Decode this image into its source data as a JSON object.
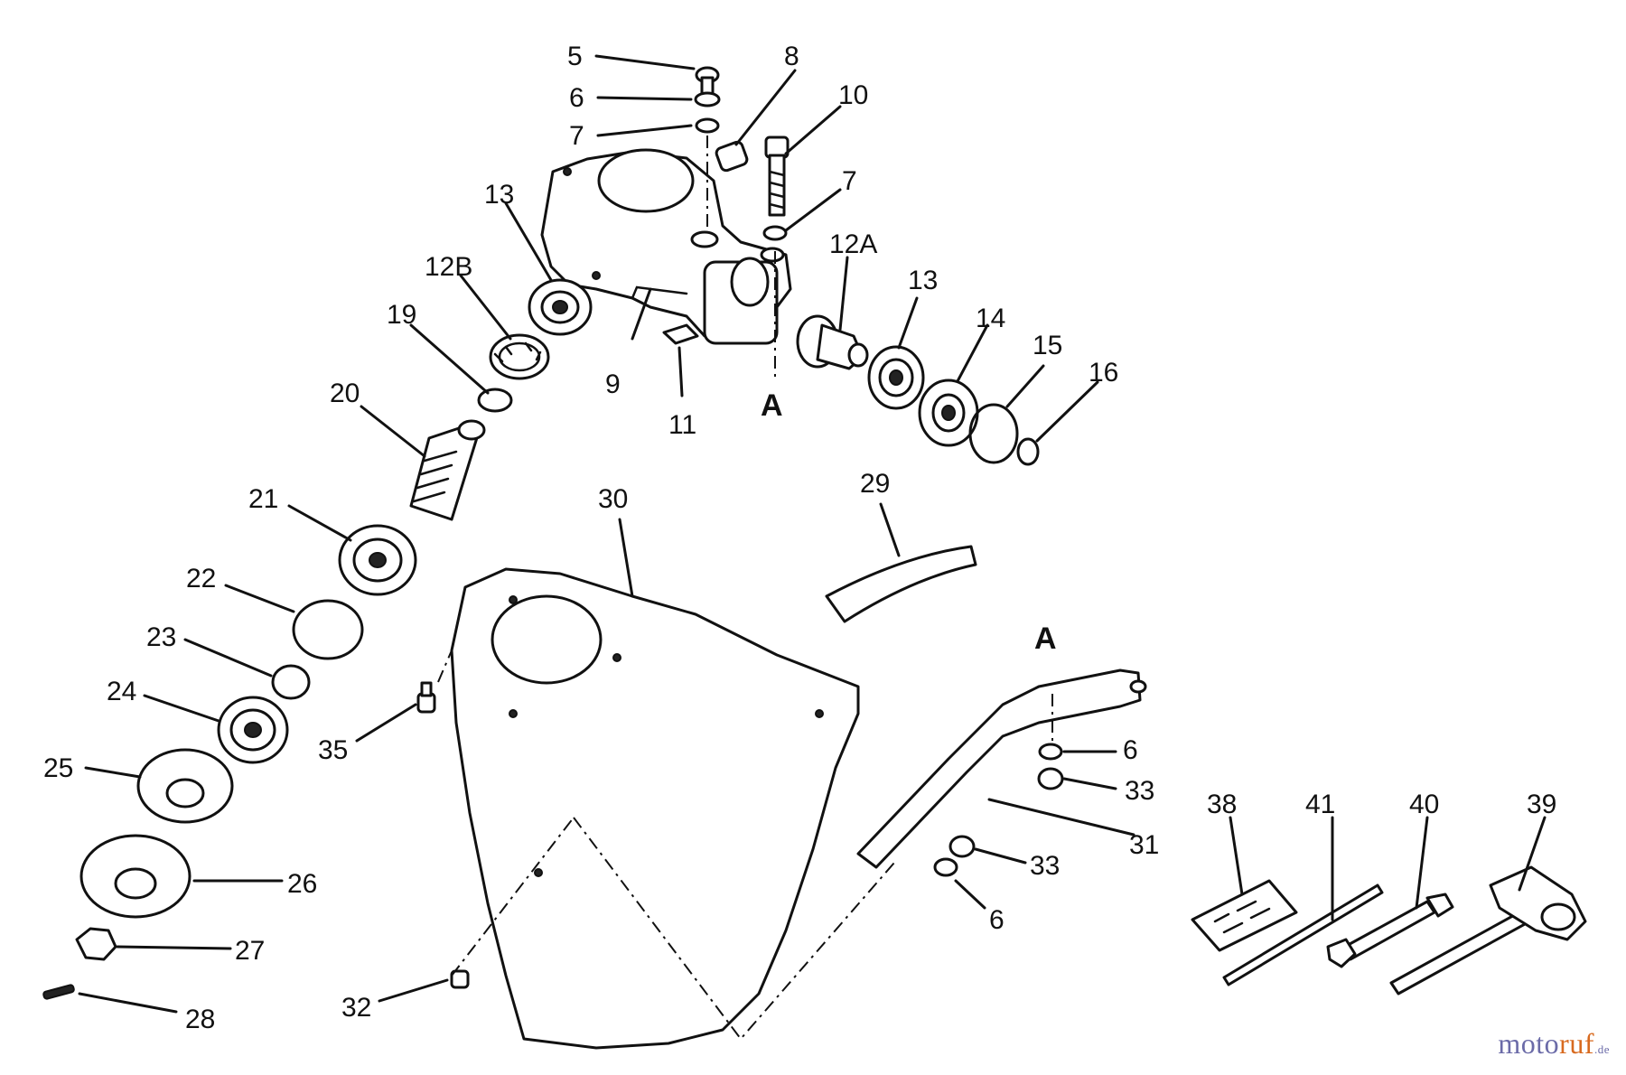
{
  "callouts": [
    {
      "id": "c5",
      "text": "5"
    },
    {
      "id": "c6a",
      "text": "6"
    },
    {
      "id": "c7a",
      "text": "7"
    },
    {
      "id": "c8",
      "text": "8"
    },
    {
      "id": "c10",
      "text": "10"
    },
    {
      "id": "c7b",
      "text": "7"
    },
    {
      "id": "c13a",
      "text": "13"
    },
    {
      "id": "c12b",
      "text": "12B"
    },
    {
      "id": "c19",
      "text": "19"
    },
    {
      "id": "c20",
      "text": "20"
    },
    {
      "id": "c9",
      "text": "9"
    },
    {
      "id": "c11",
      "text": "11"
    },
    {
      "id": "cA1",
      "text": "A"
    },
    {
      "id": "c12a",
      "text": "12A"
    },
    {
      "id": "c13b",
      "text": "13"
    },
    {
      "id": "c14",
      "text": "14"
    },
    {
      "id": "c15",
      "text": "15"
    },
    {
      "id": "c16",
      "text": "16"
    },
    {
      "id": "c21",
      "text": "21"
    },
    {
      "id": "c30",
      "text": "30"
    },
    {
      "id": "c29",
      "text": "29"
    },
    {
      "id": "c22",
      "text": "22"
    },
    {
      "id": "c23",
      "text": "23"
    },
    {
      "id": "c24",
      "text": "24"
    },
    {
      "id": "c35",
      "text": "35"
    },
    {
      "id": "cA2",
      "text": "A"
    },
    {
      "id": "c6b",
      "text": "6"
    },
    {
      "id": "c33a",
      "text": "33"
    },
    {
      "id": "c25",
      "text": "25"
    },
    {
      "id": "c31",
      "text": "31"
    },
    {
      "id": "c33b",
      "text": "33"
    },
    {
      "id": "c26",
      "text": "26"
    },
    {
      "id": "c6c",
      "text": "6"
    },
    {
      "id": "c27",
      "text": "27"
    },
    {
      "id": "c28",
      "text": "28"
    },
    {
      "id": "c32",
      "text": "32"
    },
    {
      "id": "c38",
      "text": "38"
    },
    {
      "id": "c41",
      "text": "41"
    },
    {
      "id": "c40",
      "text": "40"
    },
    {
      "id": "c39",
      "text": "39"
    }
  ],
  "brand": {
    "name_a": "moto",
    "name_b": "ruf",
    "suffix": ".de"
  }
}
